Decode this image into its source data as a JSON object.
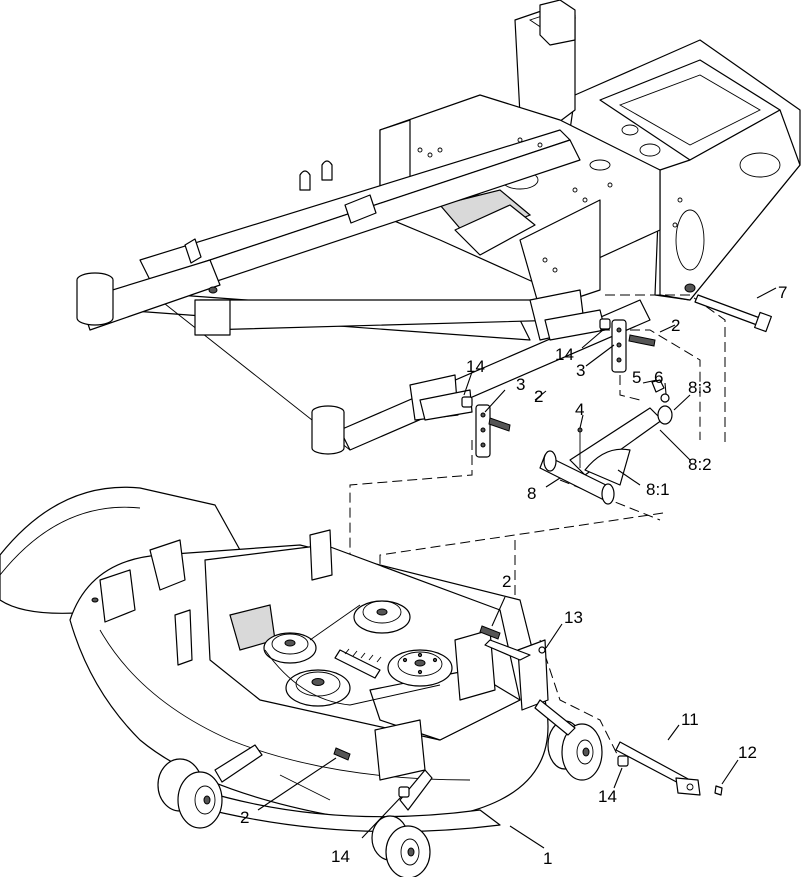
{
  "callouts": {
    "c1": "1",
    "c2a": "2",
    "c2b": "2",
    "c2c": "2",
    "c2d": "2",
    "c3a": "3",
    "c3b": "3",
    "c4": "4",
    "c5": "5",
    "c6": "6",
    "c7": "7",
    "c8": "8",
    "c8_1": "8:1",
    "c8_2": "8:2",
    "c8_3": "8:3",
    "c11": "11",
    "c12": "12",
    "c13": "13",
    "c14a": "14",
    "c14b": "14",
    "c14c": "14",
    "c14d": "14"
  }
}
